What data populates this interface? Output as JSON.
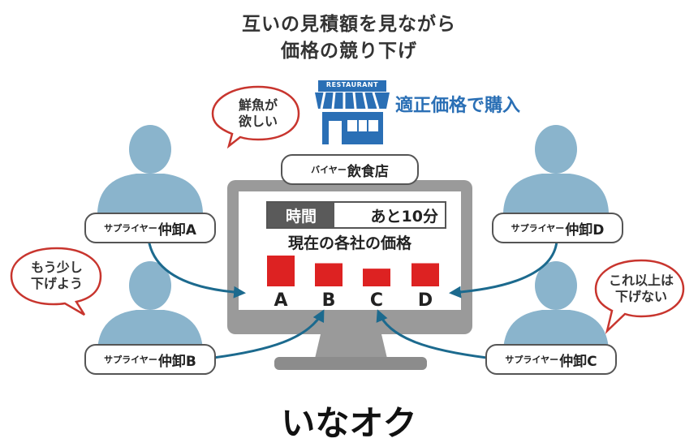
{
  "header": {
    "line1": "互いの見積額を見ながら",
    "line2": "価格の競り下げ"
  },
  "restaurant": {
    "sign": "RESTAURANT",
    "caption": "適正価格で購入"
  },
  "buyer": {
    "prefix": "バイヤー",
    "name": "飲食店",
    "speech": [
      "鮮魚が",
      "欲しい"
    ]
  },
  "monitor": {
    "timer_label": "時間",
    "timer_value": "あと10分",
    "caption": "現在の各社の価格"
  },
  "suppliers": [
    {
      "prefix": "サプライヤー",
      "name": "仲卸A"
    },
    {
      "prefix": "サプライヤー",
      "name": "仲卸B",
      "speech": [
        "もう少し",
        "下げよう"
      ]
    },
    {
      "prefix": "サプライヤー",
      "name": "仲卸C",
      "speech": [
        "これ以上は",
        "下げない"
      ]
    },
    {
      "prefix": "サプライヤー",
      "name": "仲卸D"
    }
  ],
  "colors": {
    "bar": "#dd2222",
    "arrow": "#1c6a8e",
    "person": "#8ab4cc",
    "monitor": "#9a9a9a",
    "store": "#2a6fb5",
    "bubble_border": "#c8352e"
  },
  "chart_data": {
    "type": "bar",
    "categories": [
      "A",
      "B",
      "C",
      "D"
    ],
    "values": [
      4,
      3,
      2.3,
      3
    ]
  },
  "footer": {
    "title": "いなオク"
  }
}
